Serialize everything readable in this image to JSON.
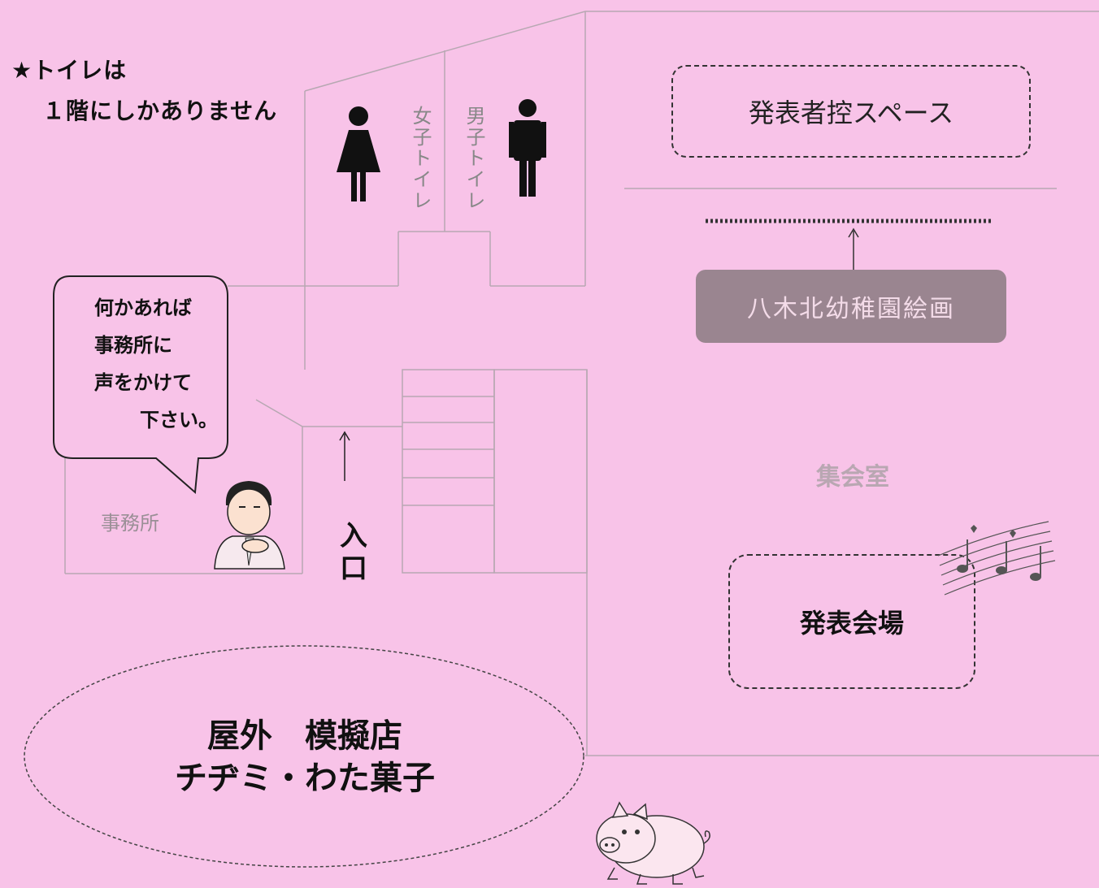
{
  "notice": {
    "line1": "★トイレは",
    "line2": "１階にしかありません"
  },
  "restrooms": {
    "women": "女子トイレ",
    "men": "男子トイレ"
  },
  "speech_bubble": {
    "line1": "何かあれば",
    "line2": "事務所に",
    "line3": "声をかけて",
    "line4": "下さい。"
  },
  "office_label": "事務所",
  "entrance_label": "入口",
  "presenter_space": "発表者控スペース",
  "exhibit_label": "八木北幼稚園絵画",
  "meeting_room": "集会室",
  "presentation_venue": "発表会場",
  "outdoor": {
    "line1": "屋外　模擬店",
    "line2": "チヂミ・わた菓子"
  },
  "colors": {
    "background": "#f8c3e8",
    "wall_line": "#b7a8b2",
    "exhibit_fill": "#9a8590"
  },
  "icons": [
    "woman-restroom-icon",
    "man-restroom-icon",
    "office-worker-illustration",
    "music-notes-illustration",
    "pig-illustration",
    "entrance-arrow-icon"
  ]
}
